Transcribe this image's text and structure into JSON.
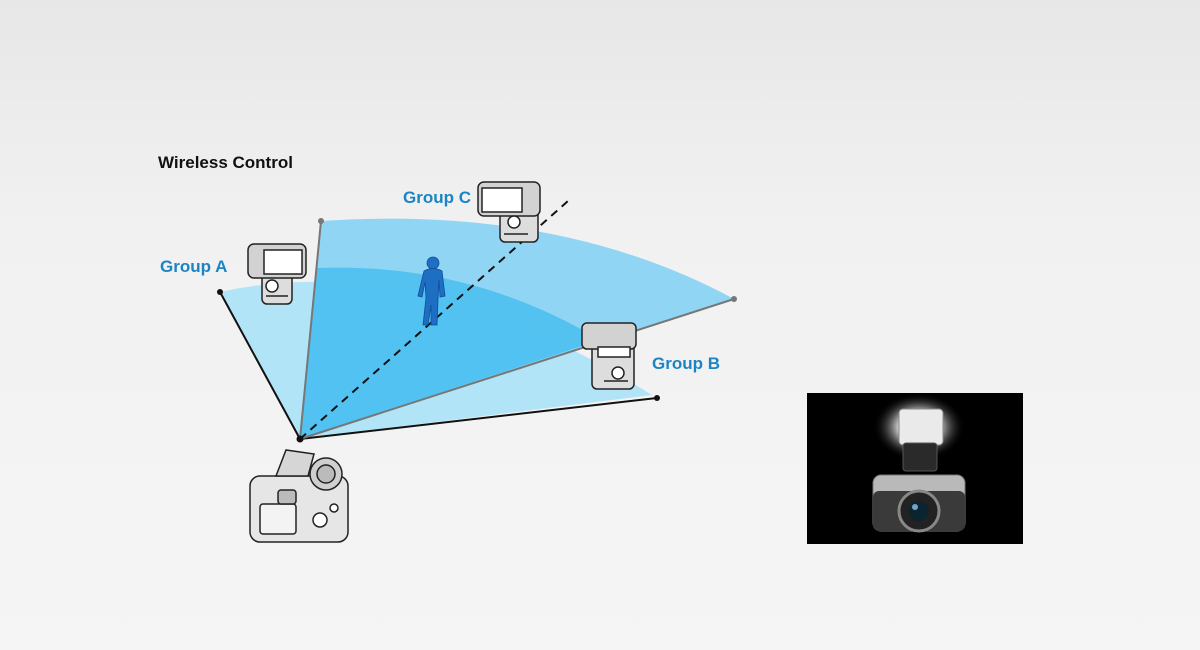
{
  "title": "Wireless Control",
  "groups": [
    {
      "id": "a",
      "label": "Group A"
    },
    {
      "id": "b",
      "label": "Group B"
    },
    {
      "id": "c",
      "label": "Group C"
    }
  ],
  "colors": {
    "group_label": "#1b84c4",
    "beam_light": "#aee3f7",
    "beam_mid": "#7fd1f4",
    "beam_dark": "#44bdf0",
    "person": "#1e6fc4"
  },
  "icons": {
    "camera": "dslr-camera-icon",
    "flash": "speedlight-flash-icon",
    "subject": "person-icon"
  }
}
